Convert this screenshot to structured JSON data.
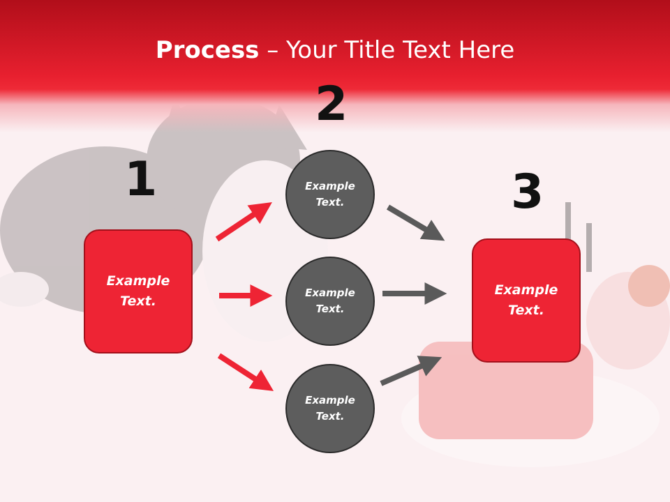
{
  "slide": {
    "title_bold": "Process",
    "title_rest": " – Your Title Text Here"
  },
  "steps": {
    "step1": {
      "number": "1",
      "line1": "Example",
      "line2": "Text."
    },
    "step2": {
      "number": "2"
    },
    "step3": {
      "number": "3",
      "line1": "Example",
      "line2": "Text."
    }
  },
  "circles": [
    {
      "line1": "Example",
      "line2": "Text."
    },
    {
      "line1": "Example",
      "line2": "Text."
    },
    {
      "line1": "Example",
      "line2": "Text."
    }
  ],
  "colors": {
    "accent_red": "#ee2434",
    "header_red": "#e8202f",
    "circle_gray": "#5d5d5d",
    "arrow_gray": "#5a5a5a"
  }
}
